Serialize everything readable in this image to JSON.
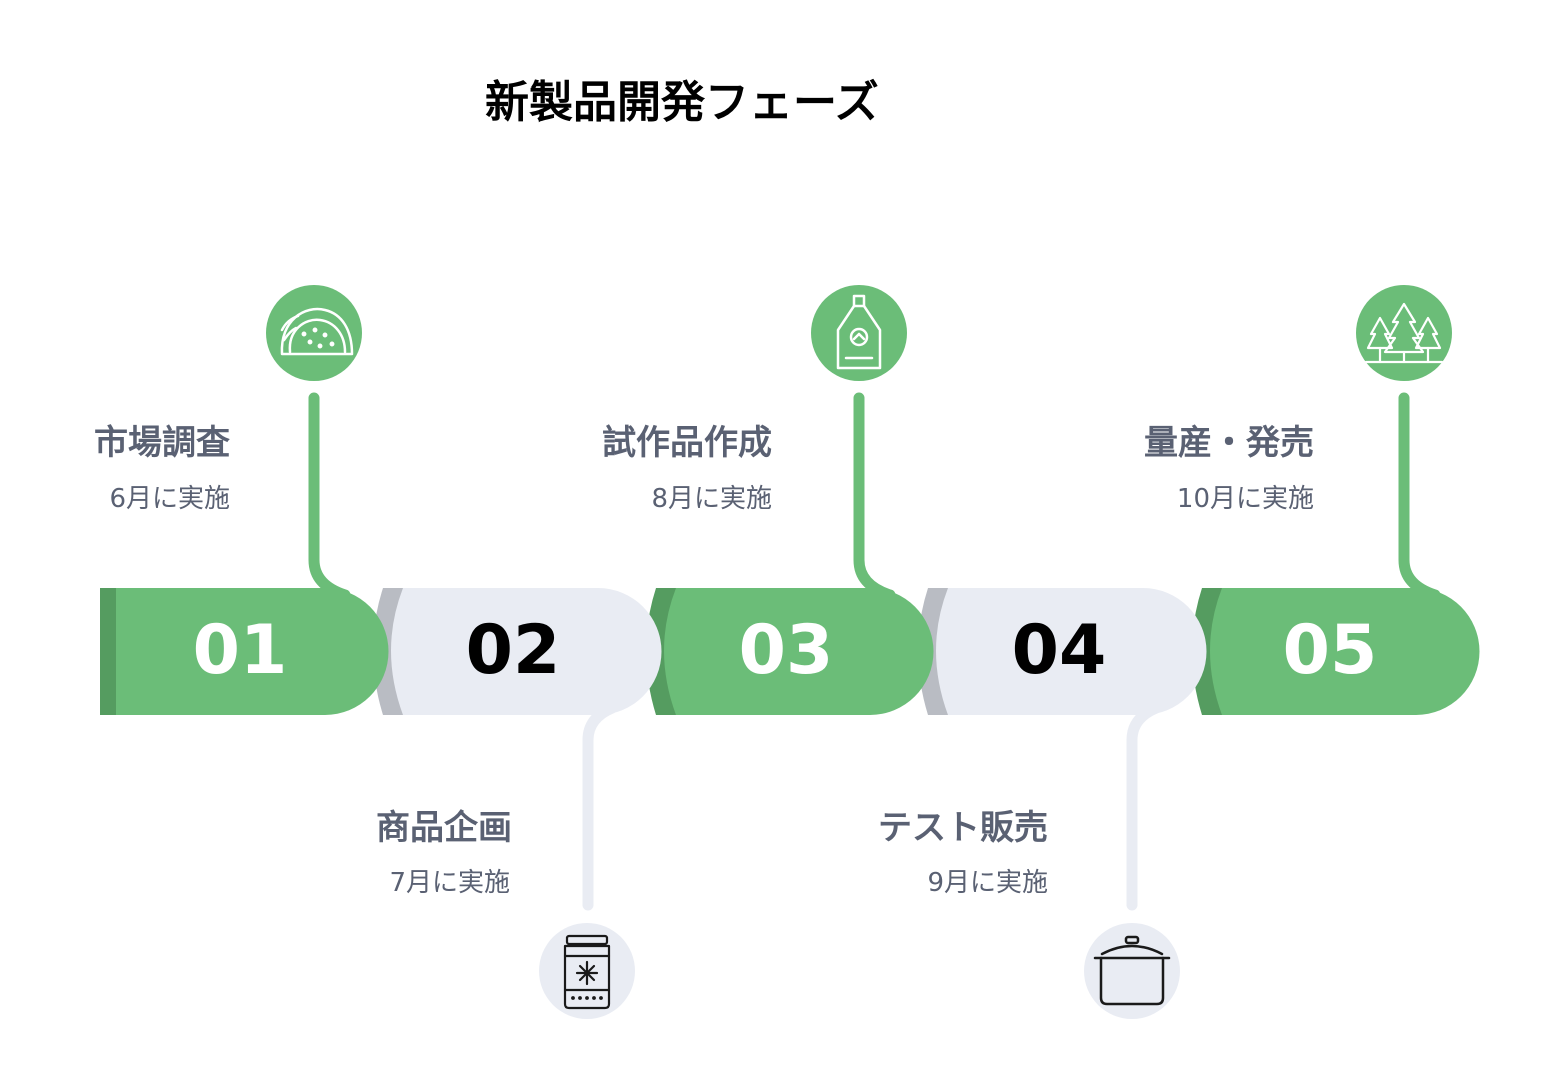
{
  "title": "新製品開発フェーズ",
  "colors": {
    "green": "#6bbd78",
    "green_dark": "#559c60",
    "light": "#e9ecf3",
    "gray_edge": "#b9bcc3",
    "label": "#5a6173"
  },
  "stages": [
    {
      "number": "01",
      "title": "市場調査",
      "subtitle": "6月に実施",
      "icon": "taco-icon"
    },
    {
      "number": "02",
      "title": "商品企画",
      "subtitle": "7月に実施",
      "icon": "jar-icon"
    },
    {
      "number": "03",
      "title": "試作品作成",
      "subtitle": "8月に実施",
      "icon": "bottle-icon"
    },
    {
      "number": "04",
      "title": "テスト販売",
      "subtitle": "9月に実施",
      "icon": "pot-icon"
    },
    {
      "number": "05",
      "title": "量産・発売",
      "subtitle": "10月に実施",
      "icon": "trees-icon"
    }
  ]
}
